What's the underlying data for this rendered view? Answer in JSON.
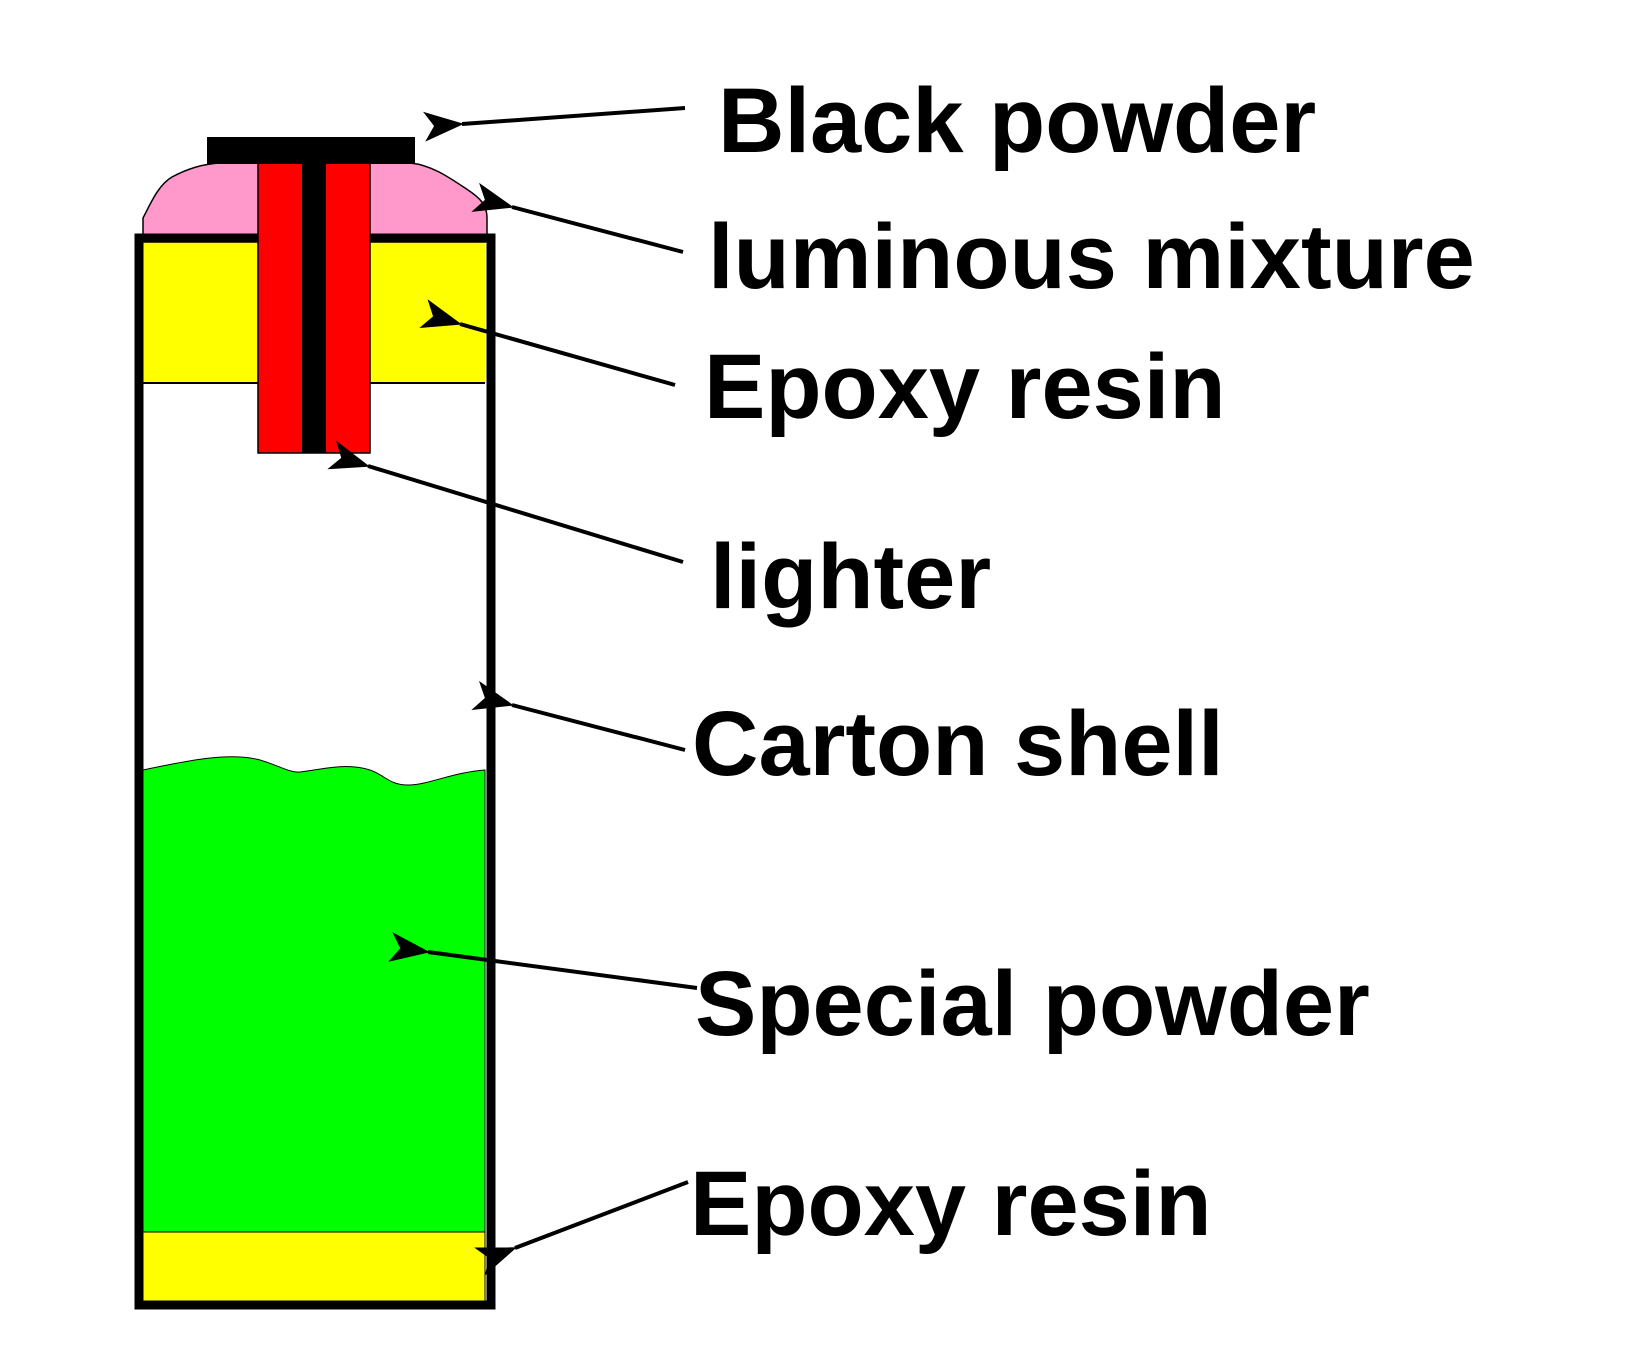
{
  "labels": {
    "black_powder": "Black powder",
    "luminous_mixture": "luminous mixture",
    "epoxy_resin_top": "Epoxy resin",
    "lighter": "lighter",
    "carton_shell": "Carton shell",
    "special_powder": "Special powder",
    "epoxy_resin_bottom": "Epoxy resin"
  },
  "colors": {
    "black_powder": "#000000",
    "luminous_mixture": "#ff99cc",
    "epoxy_resin": "#ffff00",
    "lighter": "#ff0000",
    "special_powder": "#00ff00",
    "carton_shell": "#000000",
    "background": "#ffffff"
  }
}
